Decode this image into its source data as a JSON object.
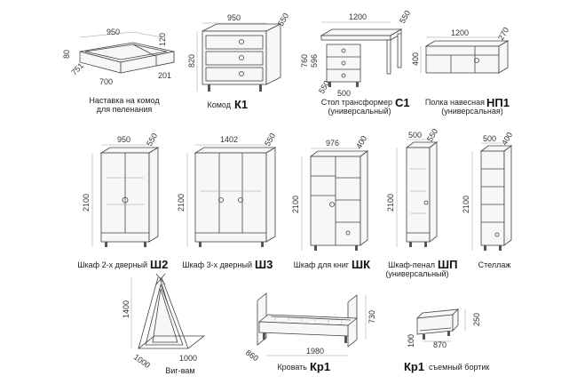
{
  "items": [
    {
      "id": "nastavka",
      "caption_line1": "Наставка на комод",
      "caption_line2": "для пеленания",
      "code": "",
      "dims": [
        "950",
        "80",
        "120",
        "751",
        "700",
        "201"
      ]
    },
    {
      "id": "komod",
      "caption_line1": "Комод",
      "caption_line2": "",
      "code": "К1",
      "dims": [
        "950",
        "550",
        "820"
      ]
    },
    {
      "id": "stol",
      "caption_line1": "Стол трансформер",
      "caption_line2": "(универсальный)",
      "code": "С1",
      "dims": [
        "1200",
        "550",
        "760",
        "596",
        "500",
        "550"
      ]
    },
    {
      "id": "polka",
      "caption_line1": "Полка навесная",
      "caption_line2": "(универсальная)",
      "code": "НП1",
      "dims": [
        "1200",
        "270",
        "400"
      ]
    },
    {
      "id": "shkaf2",
      "caption_line1": "Шкаф 2-х дверный",
      "caption_line2": "",
      "code": "Ш2",
      "dims": [
        "950",
        "550",
        "2100"
      ]
    },
    {
      "id": "shkaf3",
      "caption_line1": "Шкаф 3-х дверный",
      "caption_line2": "",
      "code": "Ш3",
      "dims": [
        "1402",
        "550",
        "2100"
      ]
    },
    {
      "id": "shkafknig",
      "caption_line1": "Шкаф для книг",
      "caption_line2": "",
      "code": "ШК",
      "dims": [
        "976",
        "400",
        "2100"
      ]
    },
    {
      "id": "penal",
      "caption_line1": "Шкаф-пенал",
      "caption_line2": "(универсальный)",
      "code": "ШП",
      "dims": [
        "500",
        "550",
        "2100"
      ]
    },
    {
      "id": "stellazh",
      "caption_line1": "Стеллаж",
      "caption_line2": "",
      "code": "",
      "dims": [
        "500",
        "400",
        "2100"
      ]
    },
    {
      "id": "vigvam",
      "caption_line1": "Виг-вам",
      "caption_line2": "",
      "code": "",
      "dims": [
        "1400",
        "1000",
        "1000"
      ]
    },
    {
      "id": "krovat",
      "caption_line1": "Кровать",
      "caption_line2": "",
      "code": "Кр1",
      "dims": [
        "1980",
        "730",
        "860"
      ]
    },
    {
      "id": "bortik",
      "caption_line1": "",
      "caption_line2": "съемный бортик",
      "code": "Кр1",
      "dims": [
        "870",
        "100",
        "250"
      ]
    }
  ]
}
